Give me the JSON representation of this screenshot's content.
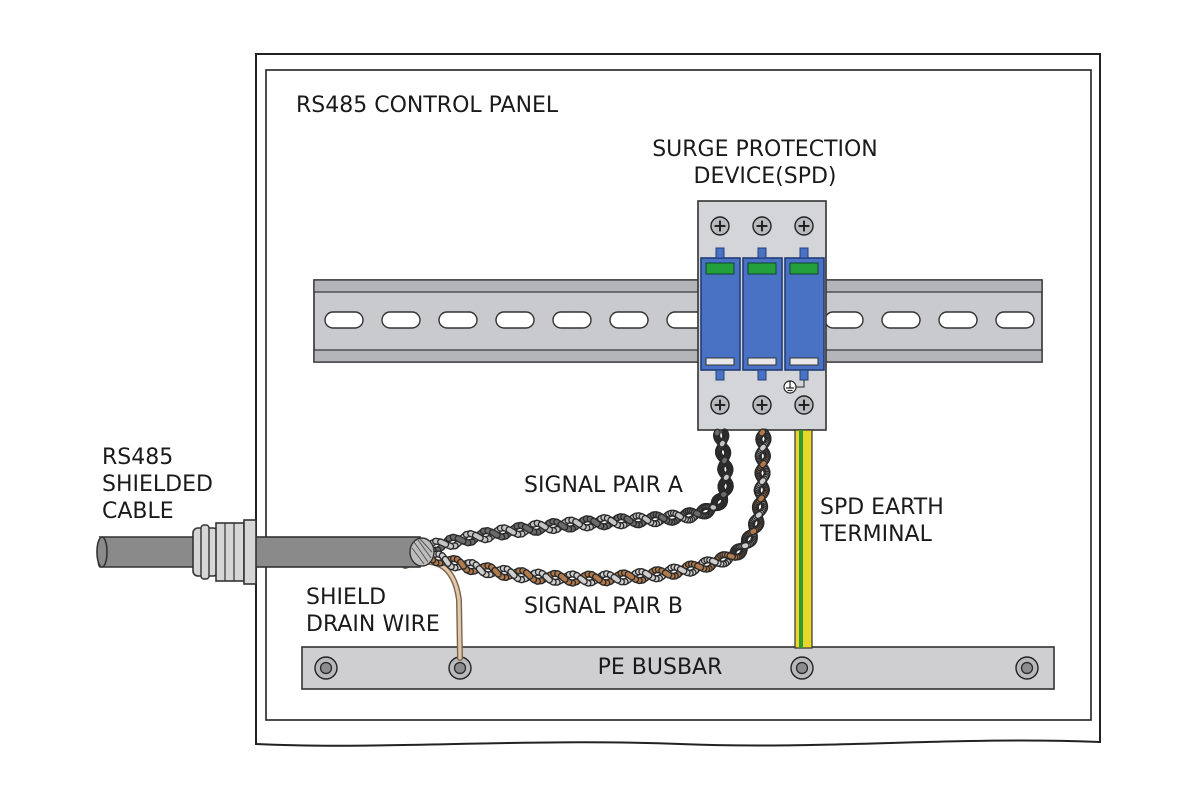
{
  "panel": {
    "title": "RS485 CONTROL PANEL"
  },
  "spd": {
    "label_line1": "SURGE PROTECTION",
    "label_line2": "DEVICE(SPD)",
    "poles": 3
  },
  "cable": {
    "label_line1": "RS485",
    "label_line2": "SHIELDED",
    "label_line3": "CABLE"
  },
  "signal_pair_a": {
    "label": "SIGNAL PAIR A",
    "colors": [
      "#6b6b6b",
      "#c4c4c4"
    ]
  },
  "signal_pair_b": {
    "label": "SIGNAL PAIR B",
    "colors": [
      "#b07a4c",
      "#cfcfcf"
    ]
  },
  "drain_wire": {
    "label_line1": "SHIELD",
    "label_line2": "DRAIN WIRE",
    "color": "#d8bc9c"
  },
  "earth_wire": {
    "label_line1": "SPD EARTH",
    "label_line2": "TERMINAL",
    "colors": [
      "#2f9a2f",
      "#e8d62a"
    ]
  },
  "busbar": {
    "label": "PE BUSBAR"
  },
  "colors": {
    "spd_body": "#4a72c4",
    "spd_window": "#23a03c",
    "din_rail": "#d2d3d6",
    "busbar": "#cfcfd1",
    "cable_jacket": "#8a8a8a"
  }
}
